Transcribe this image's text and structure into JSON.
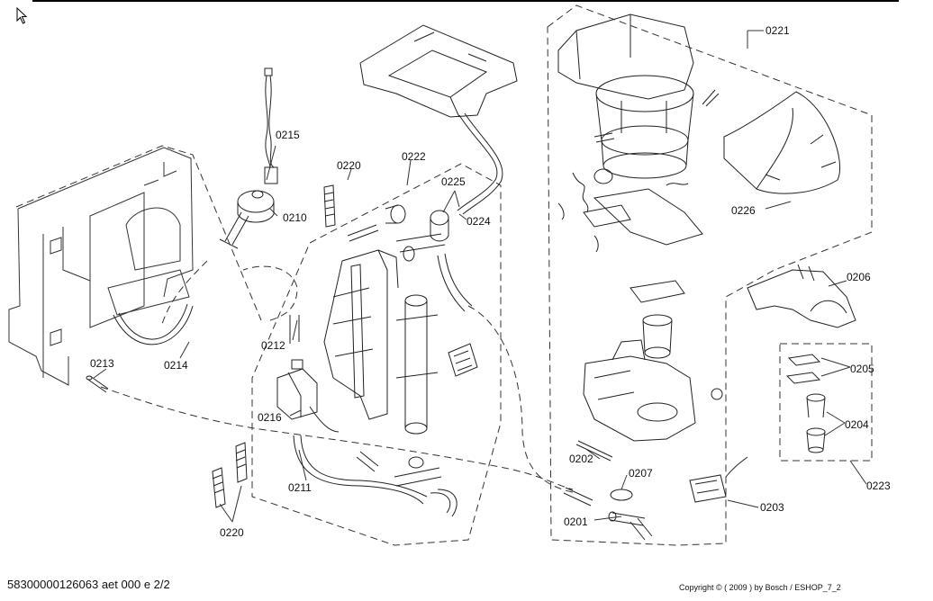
{
  "part_labels": {
    "p0215": "0215",
    "p0210": "0210",
    "p0220a": "0220",
    "p0222": "0222",
    "p0225": "0225",
    "p0224": "0224",
    "p0212": "0212",
    "p0213": "0213",
    "p0214": "0214",
    "p0216": "0216",
    "p0211": "0211",
    "p0220b": "0220",
    "p0221": "0221",
    "p0226": "0226",
    "p0206": "0206",
    "p0205": "0205",
    "p0204": "0204",
    "p0223": "0223",
    "p0202": "0202",
    "p0207": "0207",
    "p0203": "0203",
    "p0201": "0201"
  },
  "footer": {
    "doc_id": "58300000126063 aet 000 e 2/2",
    "copyright": "Copyright © ( 2009 ) by Bosch  / ESHOP_7_2"
  },
  "icons": [
    "mouse-cursor-icon"
  ]
}
